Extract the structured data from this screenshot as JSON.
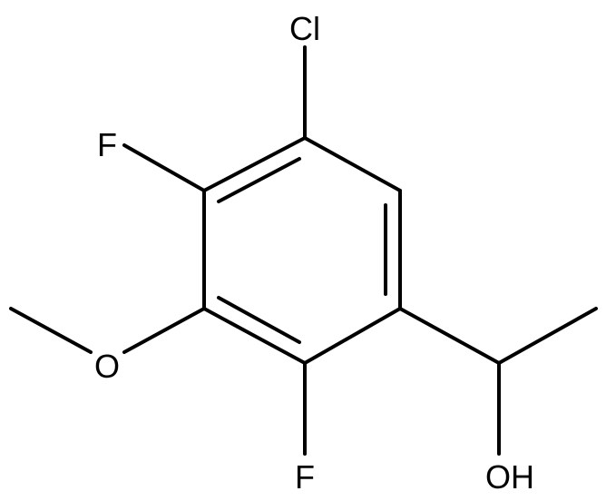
{
  "molecule": {
    "atoms": {
      "chlorine": "Cl",
      "fluorine_top": "F",
      "oxygen_methoxy": "O",
      "fluorine_bottom": "F",
      "hydroxyl": "OH"
    },
    "colors": {
      "bond": "#000000",
      "label": "#000000",
      "background": "#ffffff"
    }
  }
}
